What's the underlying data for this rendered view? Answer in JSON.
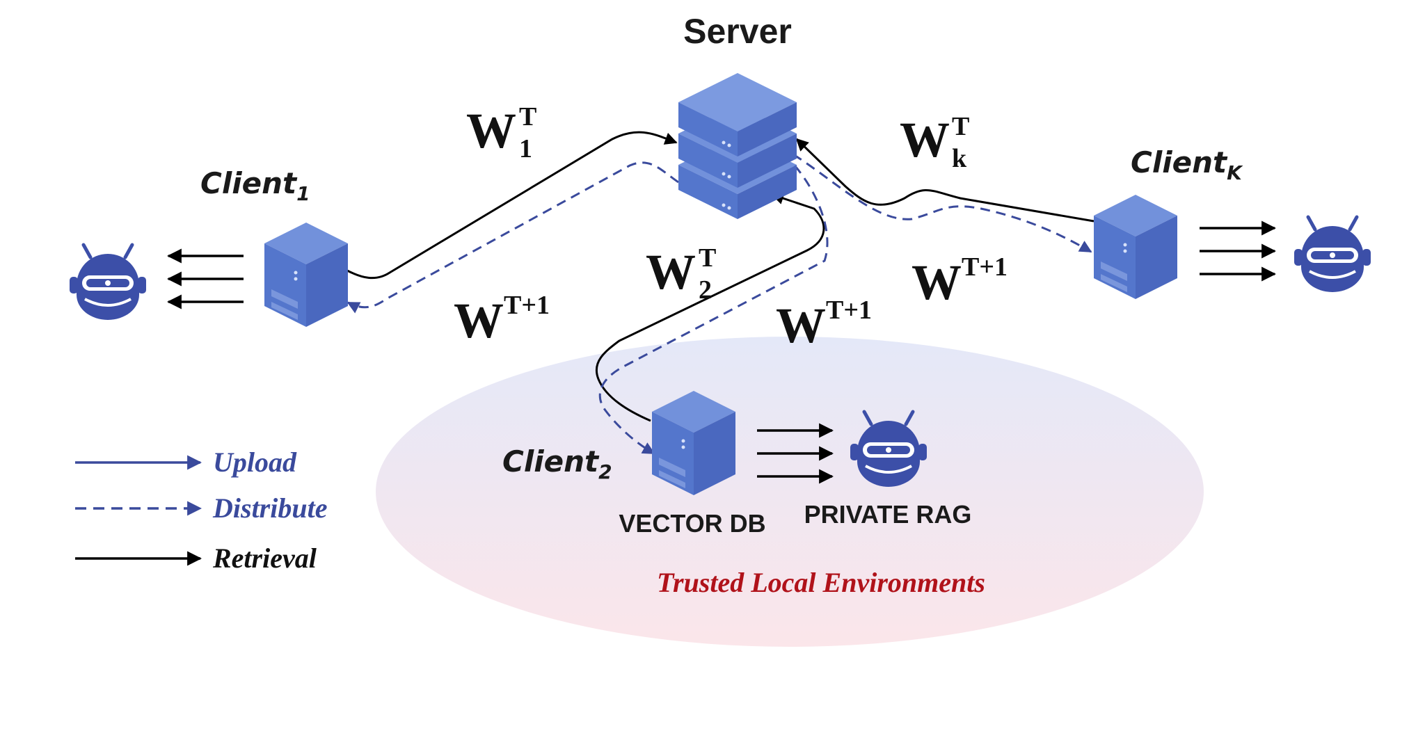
{
  "server": {
    "label": "Server"
  },
  "clients": {
    "client_1": {
      "name": "Client",
      "sub": "1"
    },
    "client_2": {
      "name": "Client",
      "sub": "2"
    },
    "client_k": {
      "name": "Client",
      "sub": "K"
    }
  },
  "weights": {
    "w1": {
      "base": "W",
      "sup": "T",
      "sub": "1"
    },
    "w2": {
      "base": "W",
      "sup": "T",
      "sub": "2"
    },
    "wk": {
      "base": "W",
      "sup": "T",
      "sub": "k"
    },
    "w_next": {
      "base": "W",
      "sup": "T+1"
    }
  },
  "local": {
    "vector_db": "VECTOR DB",
    "private_rag": "PRIVATE RAG",
    "trusted": "Trusted Local Environments"
  },
  "legend": {
    "upload": "Upload",
    "distribute": "Distribute",
    "retrieval": "Retrieval"
  },
  "colors": {
    "accent_blue": "#3a4a9c",
    "server_top": "#6f8ed8",
    "server_front": "#4f6ec4",
    "robot": "#3c4fa8",
    "trusted_text": "#b0121a",
    "line_black": "#000000"
  }
}
